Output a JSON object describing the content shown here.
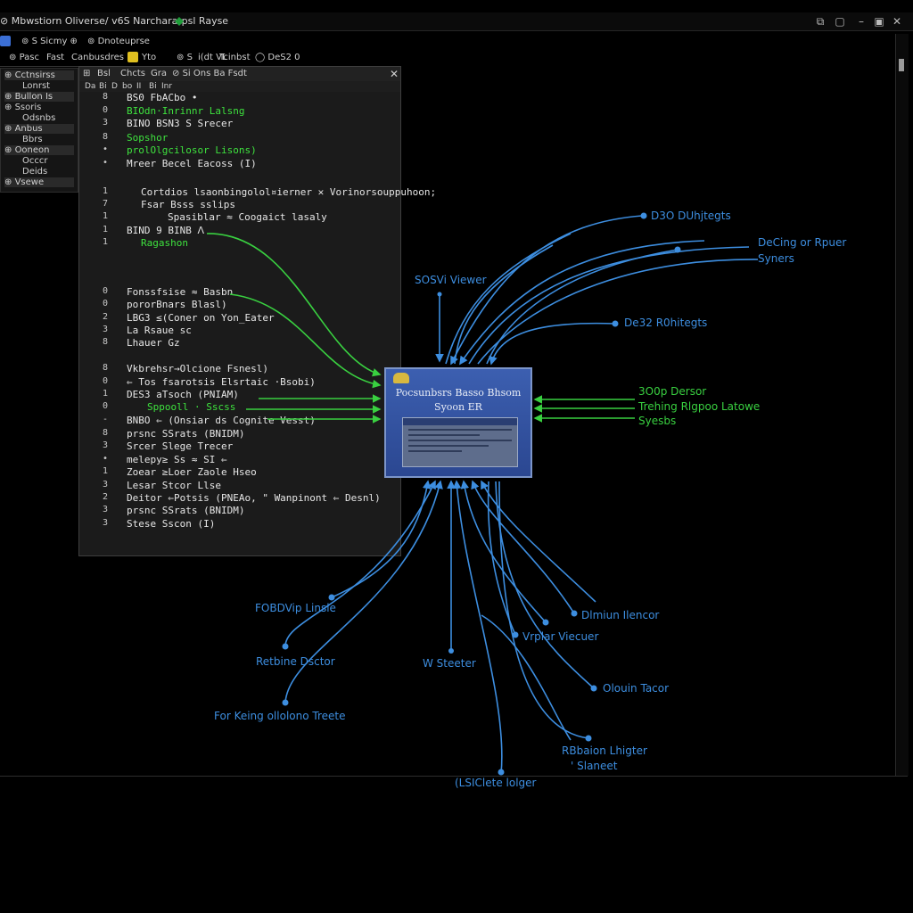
{
  "window": {
    "title": "Mbwstiorn Oliverse/ v6S Narcharatpsl Rayse",
    "controls": [
      "⧉",
      "▢",
      "–",
      "▣",
      "✕"
    ]
  },
  "toolbar1": [
    "S Sicmy ⊕",
    "Dnoteuprse"
  ],
  "toolbar2": [
    "Pasc",
    "Fast",
    "Canbusdres",
    "Yto",
    "S",
    "i(dt VL",
    "Tcinbst",
    "DeS2 0"
  ],
  "left_panel": [
    "Cctnsirss",
    "Lonrst",
    "Bullon Is",
    "Ssoris",
    "Odsnbs",
    "Anbus",
    "Bbrs",
    "Ooneon",
    "Occcr",
    "Deids",
    "Vsewe"
  ],
  "editor": {
    "tabs": [
      "Bsl",
      "Chcts",
      "Gra",
      "Si Ons Ba Fsdt"
    ],
    "subtabs": [
      "Da",
      "Bi",
      "D",
      "bo",
      "II",
      "Bi",
      "Inr"
    ],
    "line_numbers": [
      "8",
      "0",
      "3",
      "8",
      "•",
      "•",
      "1",
      "7",
      "1",
      "1",
      "1",
      "0",
      "0",
      "2",
      "3",
      "8",
      "8",
      "0",
      "1",
      "0",
      "-",
      "8",
      "3",
      "•",
      "1",
      "3",
      "2",
      "3",
      "3"
    ],
    "lines": [
      {
        "text": "BS0 FbACbo •",
        "green": false
      },
      {
        "text": "BIOdn·Inrinnr Lalsng",
        "green": true
      },
      {
        "text": "BINO BSN3 S Srecer",
        "green": false
      },
      {
        "text": "Sopshor",
        "green": true
      },
      {
        "text": "prolOlgcilosor Lisons)",
        "green": true
      },
      {
        "text": "Mreer Becel Eacoss (I)",
        "green": false
      },
      {
        "text": "Cortdios lsaonbingolol¤ierner ✕ Vorinorsouppuhoon;",
        "green": false
      },
      {
        "text": "Fsar Bsss sslips",
        "green": false
      },
      {
        "text": "Spasiblar ≈ Coogaict lasaly",
        "green": false
      },
      {
        "text": "BIND 9 BINB ᐱ",
        "green": false
      },
      {
        "text": "Ragashon",
        "green": true
      },
      {
        "text": "Fonssfsise ≈ Basbn",
        "green": false
      },
      {
        "text": "pororBnars Blasl)",
        "green": false
      },
      {
        "text": "LBG3 ≤(Coner on Yon_Eater",
        "green": false
      },
      {
        "text": "La Rsaue sc",
        "green": false
      },
      {
        "text": "Lhauer Gz",
        "green": false
      },
      {
        "text": "Vkbrehsr→Olcione Fsnesl)",
        "green": false
      },
      {
        "text": "⇐ Tos fsarotsis Elsrtaic ·Bsobi)",
        "green": false
      },
      {
        "text": "DES3 aTsoch (PNIAM)",
        "green": false
      },
      {
        "text": "Sppooll · Sscss",
        "green": true
      },
      {
        "text": "BNBO ⇐ (Onsiar ds Cognite Vesst)",
        "green": false
      },
      {
        "text": "prsnc SSrats (BNIDM)",
        "green": false
      },
      {
        "text": "Srcer Slege Trecer",
        "green": false
      },
      {
        "text": "melepy≥ Ss ≈ SI ⇐",
        "green": false
      },
      {
        "text": "Zoear ≥Loer Zaole Hseo",
        "green": false
      },
      {
        "text": "Lesar Stcor Llse",
        "green": false
      },
      {
        "text": "Deitor ⇐Potsis (PNEAo, \" Wanpinont ⇐ Desnl)",
        "green": false
      },
      {
        "text": "prsnc SSrats (BNIDM)",
        "green": false
      },
      {
        "text": "Stese Sscon (I)",
        "green": false
      }
    ]
  },
  "center_node": {
    "line1": "Pocsunbsrs Basso Bhsom",
    "line2": "Syoon ER"
  },
  "labels": {
    "top": "SOSVi Viewer",
    "d30": "D3O DUhjtegts",
    "dcing": "DeCing or Rpuer",
    "syners": "Syners",
    "d32": "De32 R0hitegts",
    "right_g1": "3O0p Dersor",
    "right_g2": "Trehing Rlgpoo Latowe",
    "right_g3": "Syesbs",
    "fobdip": "FOBDVip Linsle",
    "retbine": "Retbine Dsctor",
    "for_keing": "For Keing ollolono Treete",
    "w_steeter": "W Steeter",
    "vrplar": "Vrplar Viecuer",
    "dlmlun": "Dlmiun Ilencor",
    "olouin": "Olouin Tacor",
    "rebaion1": "RBbaion Lhigter",
    "rebaion2": "' Slaneet",
    "bottom": "(LSIClete lolger"
  },
  "colors": {
    "blue": "#3d8ee0",
    "green": "#39d040",
    "center": "#3350a0"
  }
}
